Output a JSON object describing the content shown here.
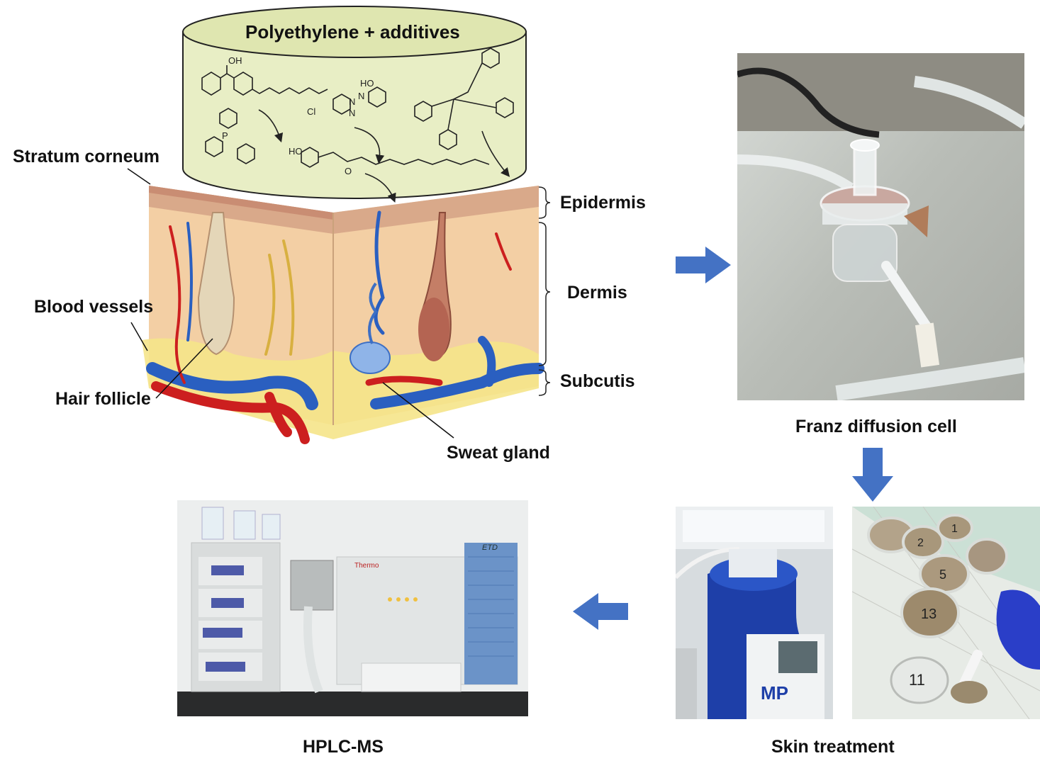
{
  "skin_diagram": {
    "cylinder_title": "Polyethylene + additives",
    "labels": {
      "stratum_corneum": "Stratum corneum",
      "blood_vessels": "Blood vessels",
      "hair_follicle": "Hair follicle",
      "sweat_gland": "Sweat gland",
      "epidermis": "Epidermis",
      "dermis": "Dermis",
      "subcutis": "Subcutis"
    },
    "chem_labels": {
      "oh1": "OH",
      "ho2": "HO",
      "cl": "Cl",
      "n1": "N",
      "n2": "N",
      "n3": "N",
      "ho3": "HO",
      "p": "P",
      "o": "O"
    }
  },
  "photos": {
    "franz_cell": {
      "caption": "Franz diffusion cell"
    },
    "skin_treatment": {
      "caption": "Skin treatment",
      "sample_numbers": [
        "11",
        "13",
        "5",
        "2",
        "1"
      ],
      "device_text": "MP"
    },
    "hplc_ms": {
      "caption": "HPLC-MS",
      "brand_text": "Thermo",
      "module_text": "ETD"
    }
  },
  "colors": {
    "arrow": "#4472C4",
    "cylinder": "#e6edc0",
    "skin": "#f3cfa4",
    "blood_red": "#cc1f1f",
    "vein_blue": "#2a5fc0"
  }
}
